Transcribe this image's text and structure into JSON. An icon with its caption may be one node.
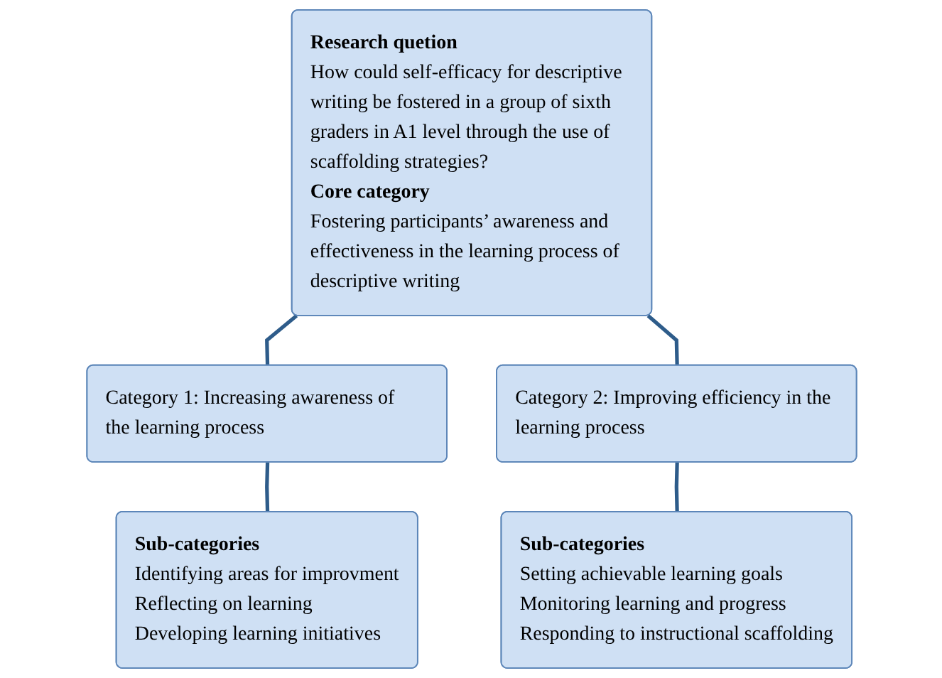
{
  "diagram": {
    "nodes": [
      {
        "text": [
          "Research quetion",
          "How could self-efficacy for descriptive writing be fostered in a group of sixth graders in A1 level through the use of scaffolding strategies?",
          "Core category",
          "Fostering participants’ awareness and effectiveness in the learning process of descriptive writing"
        ]
      },
      {
        "text": [
          "Category 1: Increasing awareness of the learning process"
        ]
      },
      {
        "text": [
          "Category 2: Improving efficiency in the learning process"
        ]
      },
      {
        "text": [
          "Sub-categories",
          "Identifying areas for improvment",
          "Reflecting on learning",
          "Developing learning initiatives"
        ]
      },
      {
        "text": [
          "Sub-categories",
          "Setting achievable learning goals",
          "Monitoring learning and progress",
          "Responding to instructional scaffolding"
        ]
      }
    ],
    "edges": [
      {
        "from": 0,
        "to": 1,
        "arrow": "none"
      },
      {
        "from": 0,
        "to": 2,
        "arrow": "none"
      },
      {
        "from": 1,
        "to": 3,
        "arrow": "none"
      },
      {
        "from": 2,
        "to": 4,
        "arrow": "none"
      }
    ]
  }
}
